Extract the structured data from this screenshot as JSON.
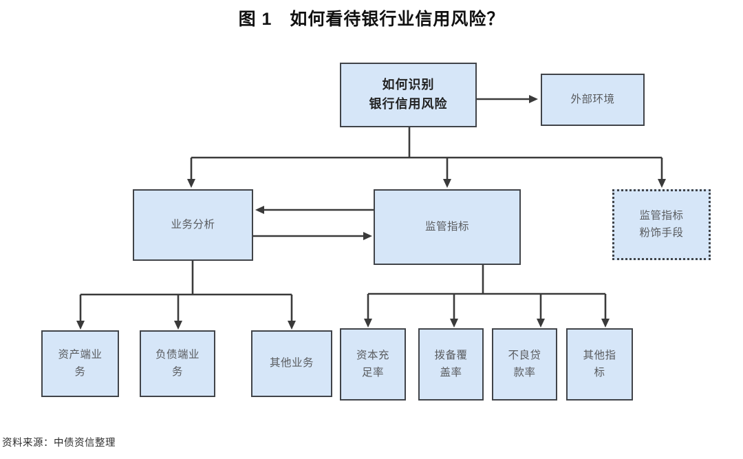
{
  "title": "图 1　如何看待银行业信用风险？",
  "source": "资料来源：中债资信整理",
  "colors": {
    "box_fill": "#d6e6f8",
    "box_border": "#404348",
    "box_text": "#595b5e",
    "root_text": "#222222",
    "line": "#3a3a3a"
  },
  "nodes": {
    "root": "如何识别\n银行信用风险",
    "external": "外部环境",
    "business": "业务分析",
    "regulatory": "监管指标",
    "whitewash": "监管指标\n粉饰手段",
    "asset": "资产端业\n务",
    "liability": "负债端业\n务",
    "other_business": "其他业务",
    "capital": "资本充\n足率",
    "provision": "拨备覆\n盖率",
    "npl": "不良贷\n款率",
    "other_indicator": "其他指\n标"
  }
}
